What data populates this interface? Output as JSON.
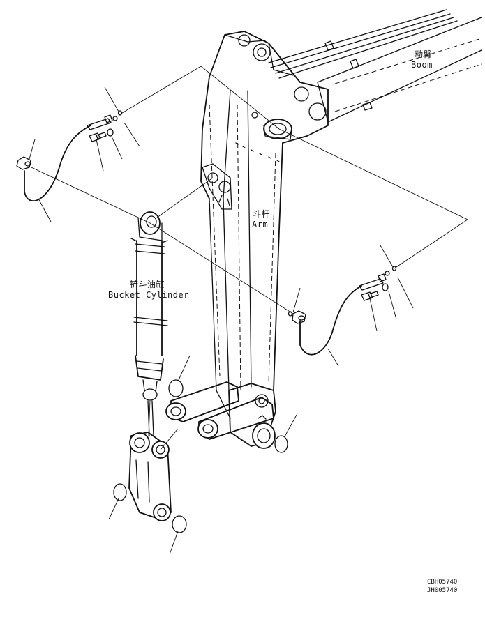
{
  "diagram": {
    "labels": {
      "boom_cn": "动臂",
      "boom_en": "Boom",
      "arm_cn": "斗杆",
      "arm_en": "Arm",
      "bucket_cylinder_cn": "铲斗油缸",
      "bucket_cylinder_en": "Bucket Cylinder"
    },
    "figure_codes": [
      "CBH05740",
      "JH005740"
    ]
  }
}
